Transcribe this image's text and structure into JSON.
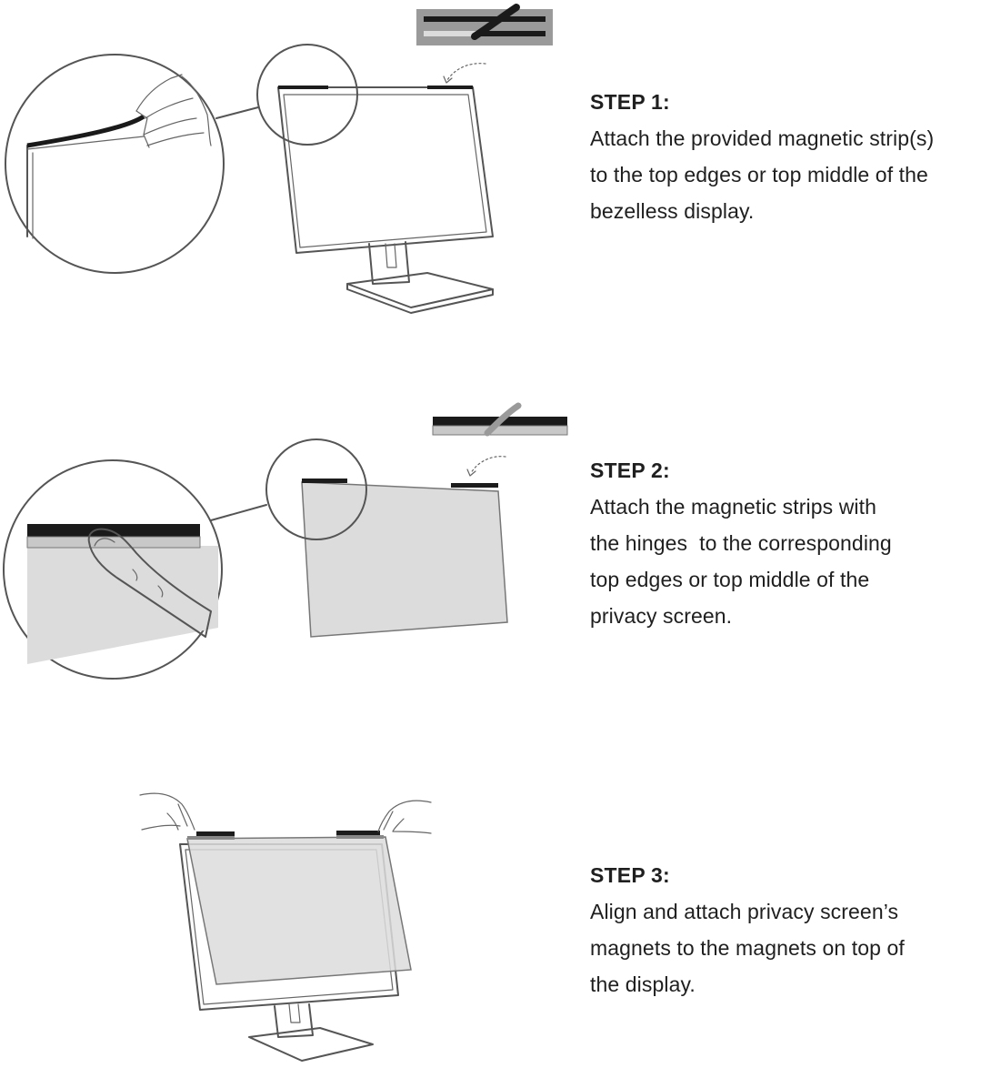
{
  "steps": [
    {
      "title": "STEP 1:",
      "body": "Attach the provided magnetic strip(s)\nto the top edges or top middle of the\nbezelless display."
    },
    {
      "title": "STEP 2:",
      "body": "Attach the magnetic strips with\nthe hinges  to the corresponding\ntop edges or top middle of the\nprivacy screen."
    },
    {
      "title": "STEP 3:",
      "body": "Align and attach privacy screen’s\nmagnets to the magnets on top of\nthe display."
    }
  ],
  "colors": {
    "text": "#1f1f1f",
    "line": "#555555",
    "magnet": "#1c1c1c",
    "screen_fill": "#dcdcdc",
    "strip_grey": "#9a9a9a"
  }
}
